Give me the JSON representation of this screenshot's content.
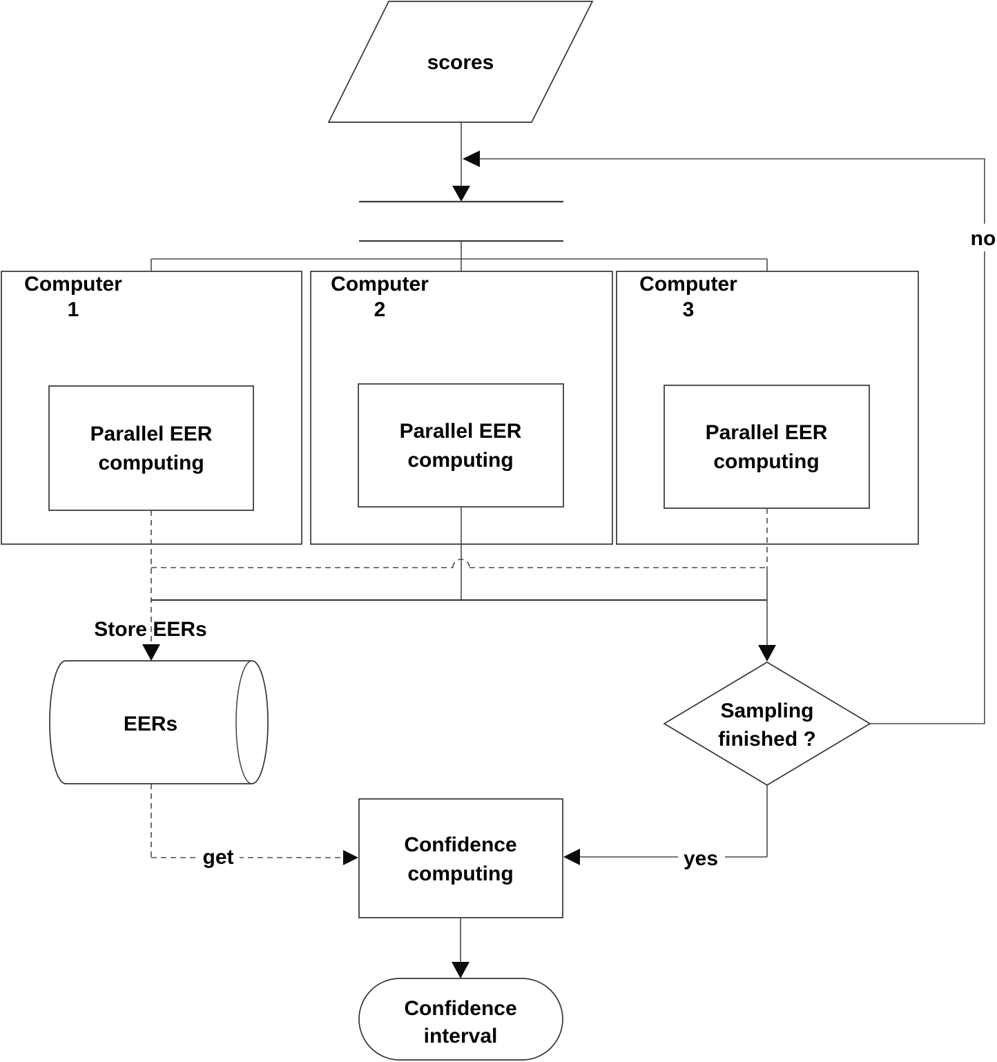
{
  "flowchart": {
    "nodes": {
      "scores": "scores",
      "computer1": {
        "title": [
          "Computer",
          "1"
        ],
        "process": [
          "Parallel EER",
          "computing"
        ]
      },
      "computer2": {
        "title": [
          "Computer",
          "2"
        ],
        "process": [
          "Parallel EER",
          "computing"
        ]
      },
      "computer3": {
        "title": [
          "Computer",
          "3"
        ],
        "process": [
          "Parallel EER",
          "computing"
        ]
      },
      "eers": "EERs",
      "decision": [
        "Sampling",
        "finished ?"
      ],
      "confidence_computing": [
        "Confidence",
        "computing"
      ],
      "confidence_interval": [
        "Confidence",
        "interval"
      ]
    },
    "edge_labels": {
      "store": "Store EERs",
      "get": "get",
      "yes": "yes",
      "no": "no"
    },
    "colors": {
      "shape_stroke": "#333333",
      "line_stroke": "#4a4a4a",
      "arrow_fill": "#0b0b0b",
      "text": "#000000",
      "background": "#ffffff"
    }
  }
}
